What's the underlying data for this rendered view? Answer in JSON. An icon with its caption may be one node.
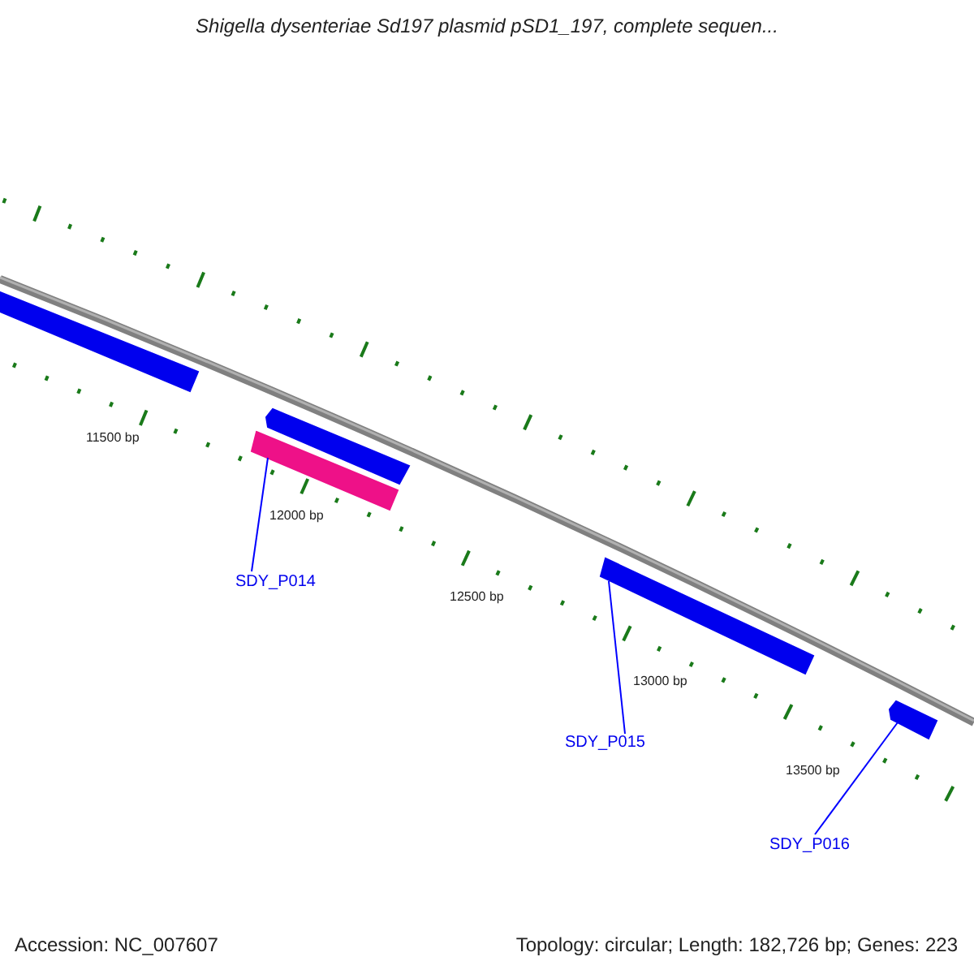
{
  "diagram": {
    "title": "Shigella dysenteriae Sd197 plasmid pSD1_197, complete sequen...",
    "nodes": [
      {
        "text": [],
        "shape": "bar"
      },
      {
        "text": [],
        "shape": "bar"
      },
      {
        "text": [],
        "shape": "bar"
      },
      {
        "text": [],
        "shape": "bar"
      },
      {
        "text": [],
        "shape": "bar"
      },
      {
        "text": [
          "SDY_P014"
        ]
      },
      {
        "text": [
          "SDY_P015"
        ]
      },
      {
        "text": [
          "SDY_P016"
        ]
      }
    ],
    "edges": [
      {
        "from": 5,
        "to": 2,
        "arrow": "none"
      },
      {
        "from": 6,
        "to": 3,
        "arrow": "none"
      },
      {
        "from": 7,
        "to": 4,
        "arrow": "none"
      }
    ],
    "labels": [
      "11500 bp",
      "12000 bp",
      "12500 bp",
      "13000 bp",
      "13500 bp",
      "Accession: NC_007607",
      "Topology: circular; Length: 182,726 bp; Genes: 223"
    ]
  }
}
